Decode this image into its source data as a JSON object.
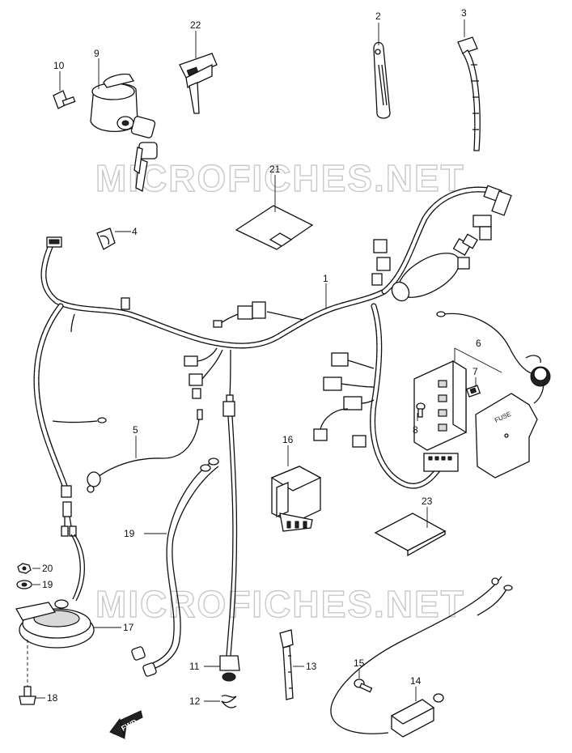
{
  "watermark": {
    "top": "MICROFICHES.NET",
    "bottom": "MICROFICHES.NET"
  },
  "fuse_box_label": "FUSE",
  "direction_arrow": "FWD",
  "callouts": [
    "1",
    "2",
    "3",
    "4",
    "5",
    "6",
    "7",
    "8",
    "9",
    "10",
    "11",
    "12",
    "13",
    "14",
    "15",
    "16",
    "17",
    "18",
    "19",
    "19",
    "20",
    "21",
    "22",
    "23"
  ]
}
